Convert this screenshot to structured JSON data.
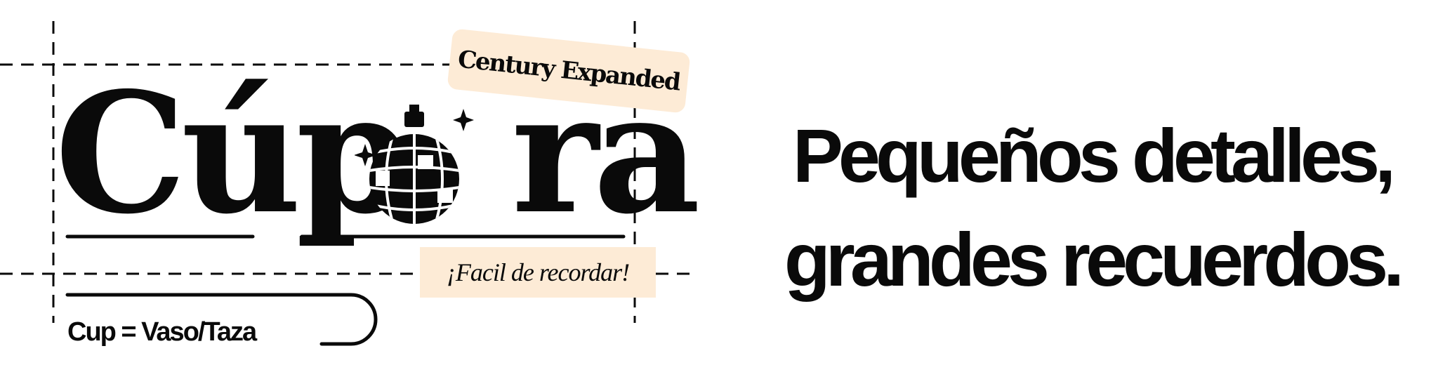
{
  "logo": {
    "wordmark_left": "Cúp",
    "wordmark_right": "ra",
    "font_tag": "Century Expanded",
    "slogan_tag": "¡Facil de recordar!",
    "definition": "Cup = Vaso/Taza",
    "disco_ball_icon": "disco-ball-icon",
    "sparkle_icon": "sparkle-icon"
  },
  "tagline": {
    "line1": "Pequeños detalles,",
    "line2": "grandes recuerdos."
  },
  "colors": {
    "ink": "#0a0a0a",
    "tag_background": "#fdebd6",
    "background": "#ffffff"
  }
}
